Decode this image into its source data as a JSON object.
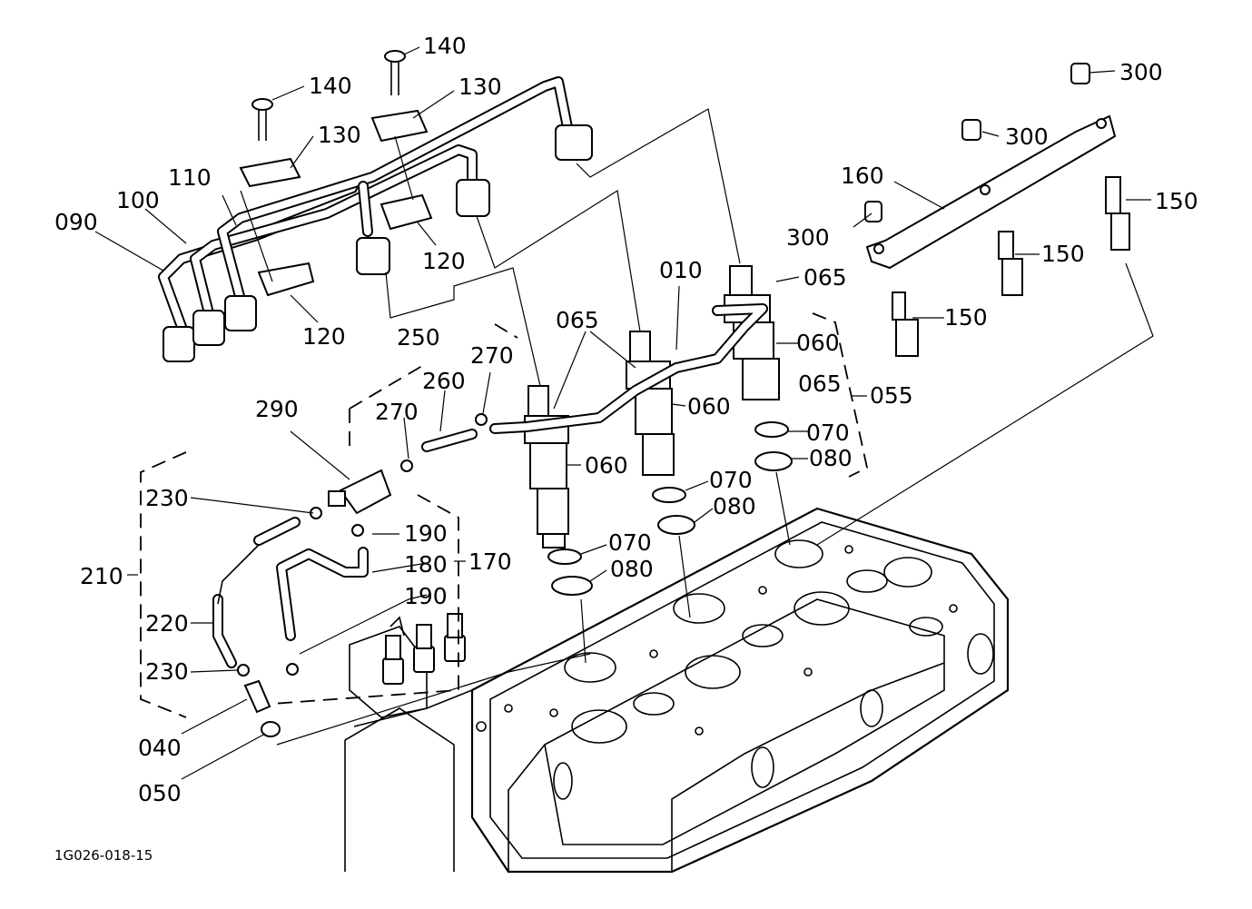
{
  "figure_code": "1G026-018-15",
  "callouts": {
    "c010": "010",
    "c040": "040",
    "c050": "050",
    "c055": "055",
    "c060a": "060",
    "c060b": "060",
    "c060c": "060",
    "c065a": "065",
    "c065b": "065",
    "c065c": "065",
    "c070a": "070",
    "c070b": "070",
    "c070c": "070",
    "c080a": "080",
    "c080b": "080",
    "c080c": "080",
    "c090": "090",
    "c100": "100",
    "c110": "110",
    "c120a": "120",
    "c120b": "120",
    "c130a": "130",
    "c130b": "130",
    "c140a": "140",
    "c140b": "140",
    "c150a": "150",
    "c150b": "150",
    "c150c": "150",
    "c160": "160",
    "c170": "170",
    "c180": "180",
    "c190a": "190",
    "c190b": "190",
    "c210": "210",
    "c220": "220",
    "c230a": "230",
    "c230b": "230",
    "c250": "250",
    "c260": "260",
    "c270a": "270",
    "c270b": "270",
    "c290": "290",
    "c300a": "300",
    "c300b": "300",
    "c300c": "300"
  }
}
